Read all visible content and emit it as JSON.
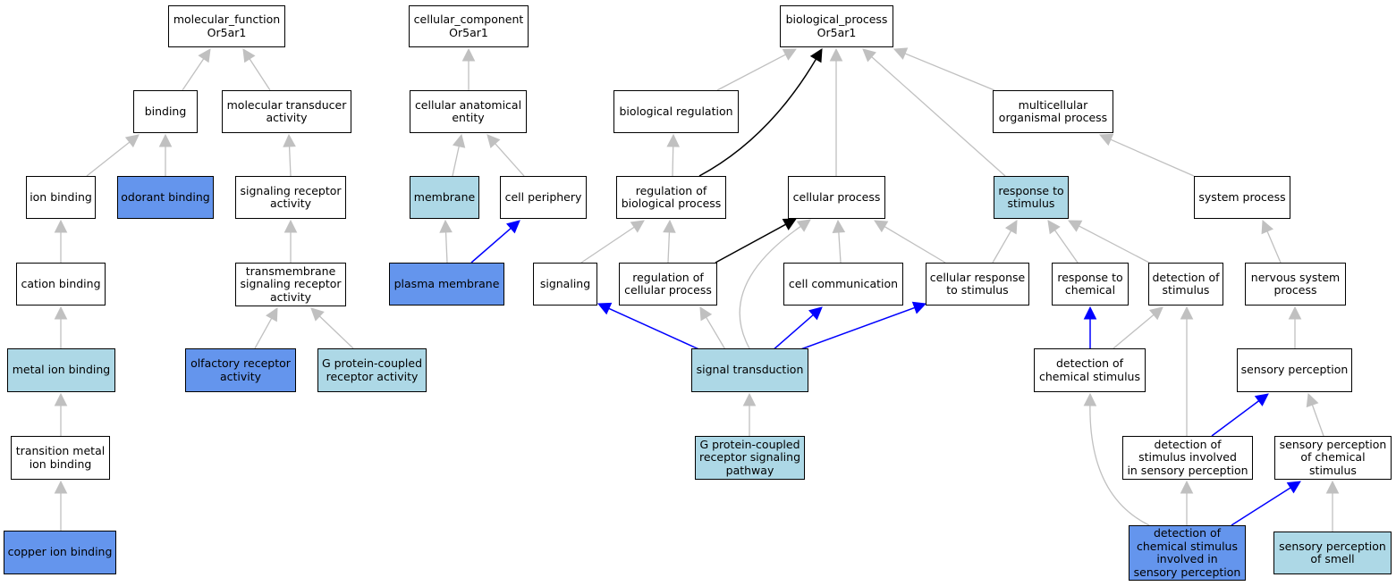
{
  "colors": {
    "node_default": "#ffffff",
    "node_light": "#add8e6",
    "node_dark": "#6495ed",
    "edge_gray": "#c0c0c0",
    "edge_blue": "#0000ff",
    "edge_black": "#000000"
  },
  "nodes": {
    "mf_root": "molecular_function\nOr5ar1",
    "cc_root": "cellular_component\nOr5ar1",
    "bp_root": "biological_process\nOr5ar1",
    "binding": "binding",
    "mol_transducer": "molecular transducer\nactivity",
    "cell_anat": "cellular anatomical\nentity",
    "bio_reg": "biological regulation",
    "multicell": "multicellular\norganismal process",
    "ion_binding": "ion binding",
    "odorant_binding": "odorant binding",
    "sig_receptor": "signaling receptor\nactivity",
    "membrane": "membrane",
    "cell_periphery": "cell periphery",
    "reg_bio": "regulation of\nbiological process",
    "cell_process": "cellular process",
    "response_stim": "response to\nstimulus",
    "system_process": "system process",
    "cation_binding": "cation binding",
    "tm_sig_receptor": "transmembrane\nsignaling receptor\nactivity",
    "plasma_membrane": "plasma membrane",
    "signaling": "signaling",
    "reg_cell": "regulation of\ncellular process",
    "cell_comm": "cell communication",
    "cell_resp": "cellular response\nto stimulus",
    "resp_chem": "response to\nchemical",
    "detect_stim": "detection of\nstimulus",
    "nervous_sys": "nervous system\nprocess",
    "metal_ion": "metal ion binding",
    "olf_receptor": "olfactory receptor\nactivity",
    "gpcr_act": "G protein-coupled\nreceptor activity",
    "sig_trans": "signal transduction",
    "detect_chem": "detection of\nchemical stimulus",
    "sensory_perc": "sensory perception",
    "trans_metal": "transition metal\nion binding",
    "gpcr_path": "G protein-coupled\nreceptor signaling\npathway",
    "detect_sens": "detection of\nstimulus involved\nin sensory perception",
    "sens_chem": "sensory perception\nof chemical\nstimulus",
    "copper": "copper ion binding",
    "detect_chem_sens": "detection of\nchemical stimulus\ninvolved in\nsensory perception",
    "sens_smell": "sensory perception\nof smell"
  }
}
